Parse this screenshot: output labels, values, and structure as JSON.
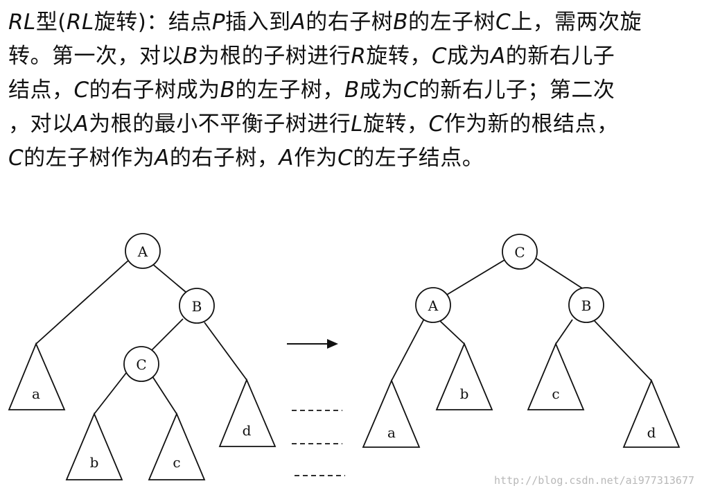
{
  "description": {
    "lines": [
      [
        {
          "text": "RL",
          "italic": true
        },
        {
          "text": "型(",
          "italic": false
        },
        {
          "text": "RL",
          "italic": true
        },
        {
          "text": "旋转)：结点",
          "italic": false
        },
        {
          "text": "P",
          "italic": true
        },
        {
          "text": "插入到",
          "italic": false
        },
        {
          "text": "A",
          "italic": true
        },
        {
          "text": "的右子树",
          "italic": false
        },
        {
          "text": "B",
          "italic": true
        },
        {
          "text": "的左子树",
          "italic": false
        },
        {
          "text": "C",
          "italic": true
        },
        {
          "text": "上，需两次旋",
          "italic": false
        }
      ],
      [
        {
          "text": "转。第一次，对以",
          "italic": false
        },
        {
          "text": "B",
          "italic": true
        },
        {
          "text": "为根的子树进行",
          "italic": false
        },
        {
          "text": "R",
          "italic": true
        },
        {
          "text": "旋转，",
          "italic": false
        },
        {
          "text": "C",
          "italic": true
        },
        {
          "text": "成为",
          "italic": false
        },
        {
          "text": "A",
          "italic": true
        },
        {
          "text": "的新右儿子",
          "italic": false
        }
      ],
      [
        {
          "text": "结点，",
          "italic": false
        },
        {
          "text": "C",
          "italic": true
        },
        {
          "text": "的右子树成为",
          "italic": false
        },
        {
          "text": "B",
          "italic": true
        },
        {
          "text": "的左子树，",
          "italic": false
        },
        {
          "text": "B",
          "italic": true
        },
        {
          "text": "成为",
          "italic": false
        },
        {
          "text": "C",
          "italic": true
        },
        {
          "text": "的新右儿子；第二次",
          "italic": false
        }
      ],
      [
        {
          "text": "，对以",
          "italic": false
        },
        {
          "text": "A",
          "italic": true
        },
        {
          "text": "为根的最小不平衡子树进行",
          "italic": false
        },
        {
          "text": "L",
          "italic": true
        },
        {
          "text": "旋转，",
          "italic": false
        },
        {
          "text": "C",
          "italic": true
        },
        {
          "text": "作为新的根结点，",
          "italic": false
        }
      ],
      [
        {
          "text": "C",
          "italic": true
        },
        {
          "text": "的左子树作为",
          "italic": false
        },
        {
          "text": "A",
          "italic": true
        },
        {
          "text": "的右子树，",
          "italic": false
        },
        {
          "text": "A",
          "italic": true
        },
        {
          "text": "作为",
          "italic": false
        },
        {
          "text": "C",
          "italic": true
        },
        {
          "text": "的左子结点。",
          "italic": false
        }
      ]
    ]
  },
  "before_tree": {
    "nodes": [
      {
        "id": "A",
        "label": "A"
      },
      {
        "id": "B",
        "label": "B"
      },
      {
        "id": "C",
        "label": "C"
      }
    ],
    "subtrees": [
      {
        "id": "a",
        "label": "a"
      },
      {
        "id": "b",
        "label": "b"
      },
      {
        "id": "c",
        "label": "c"
      },
      {
        "id": "d",
        "label": "d"
      }
    ]
  },
  "after_tree": {
    "nodes": [
      {
        "id": "C",
        "label": "C"
      },
      {
        "id": "A",
        "label": "A"
      },
      {
        "id": "B",
        "label": "B"
      }
    ],
    "subtrees": [
      {
        "id": "a",
        "label": "a"
      },
      {
        "id": "b",
        "label": "b"
      },
      {
        "id": "c",
        "label": "c"
      },
      {
        "id": "d",
        "label": "d"
      }
    ]
  },
  "watermark": "http://blog.csdn.net/ai977313677"
}
